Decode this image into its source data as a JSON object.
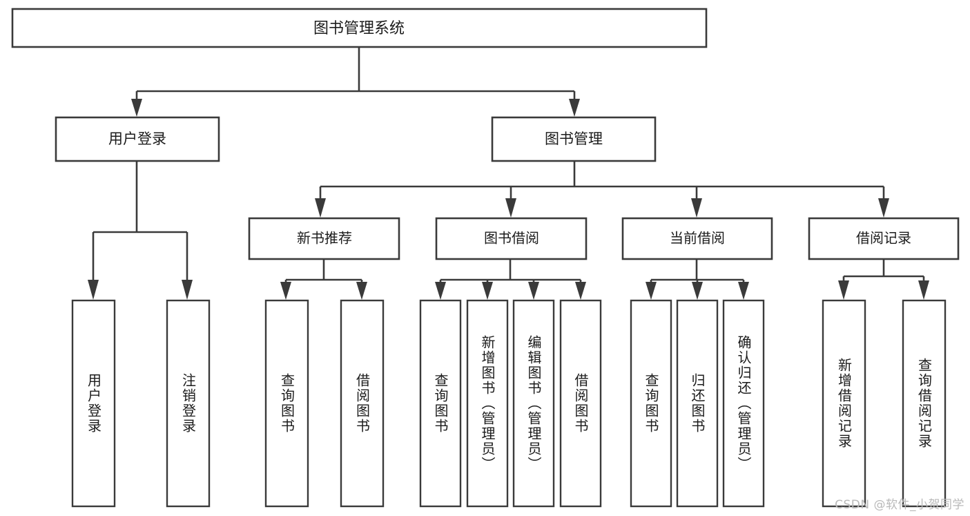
{
  "diagram": {
    "type": "tree-hierarchy",
    "title_node": {
      "label": "图书管理系统"
    },
    "level2": [
      {
        "id": "user-login",
        "label": "用户登录"
      },
      {
        "id": "book-management",
        "label": "图书管理"
      }
    ],
    "level3": [
      {
        "id": "new-book-recommend",
        "label": "新书推荐",
        "parent": "book-management"
      },
      {
        "id": "book-borrow",
        "label": "图书借阅",
        "parent": "book-management"
      },
      {
        "id": "current-borrow",
        "label": "当前借阅",
        "parent": "book-management"
      },
      {
        "id": "borrow-record",
        "label": "借阅记录",
        "parent": "book-management"
      }
    ],
    "leaves": {
      "user-login": [
        {
          "id": "leaf-user-login",
          "label": "用户登录"
        },
        {
          "id": "leaf-logout-login",
          "label": "注销登录"
        }
      ],
      "new-book-recommend": [
        {
          "id": "leaf-query-book-1",
          "label": "查询图书"
        },
        {
          "id": "leaf-borrow-book-1",
          "label": "借阅图书"
        }
      ],
      "book-borrow": [
        {
          "id": "leaf-query-book-2",
          "label": "查询图书"
        },
        {
          "id": "leaf-add-book",
          "label": "新增图书（管理员）"
        },
        {
          "id": "leaf-edit-book",
          "label": "编辑图书（管理员）"
        },
        {
          "id": "leaf-borrow-book-2",
          "label": "借阅图书"
        }
      ],
      "current-borrow": [
        {
          "id": "leaf-query-book-3",
          "label": "查询图书"
        },
        {
          "id": "leaf-return-book",
          "label": "归还图书"
        },
        {
          "id": "leaf-confirm-return",
          "label": "确认归还（管理员）"
        }
      ],
      "borrow-record": [
        {
          "id": "leaf-add-record",
          "label": "新增借阅记录"
        },
        {
          "id": "leaf-query-record",
          "label": "查询借阅记录"
        }
      ]
    },
    "colors": {
      "stroke": "#3a3a3a",
      "fill": "#ffffff",
      "text": "#1b1b1b",
      "watermark": "#b9b9b9"
    }
  },
  "watermark": {
    "text": "CSDN @软件_小贺同学"
  }
}
